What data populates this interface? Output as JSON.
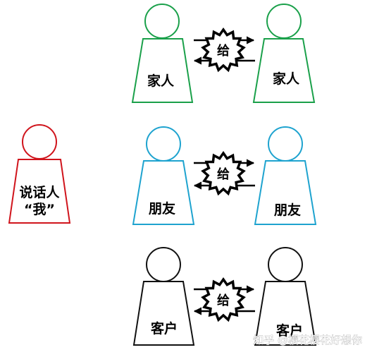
{
  "speaker": {
    "label_line1": "说话人",
    "label_line2": "“我”",
    "color": "#d0141c"
  },
  "pairs": [
    {
      "left_label": "家人",
      "right_label": "家人",
      "exchange_label": "给",
      "color": "#1aa04a"
    },
    {
      "left_label": "朋友",
      "right_label": "朋友",
      "exchange_label": "给",
      "color": "#1ea3cf"
    },
    {
      "left_label": "客户",
      "right_label": "客户",
      "exchange_label": "给",
      "color": "#111111"
    }
  ],
  "watermark": "知乎 @樱花樱花好想你"
}
